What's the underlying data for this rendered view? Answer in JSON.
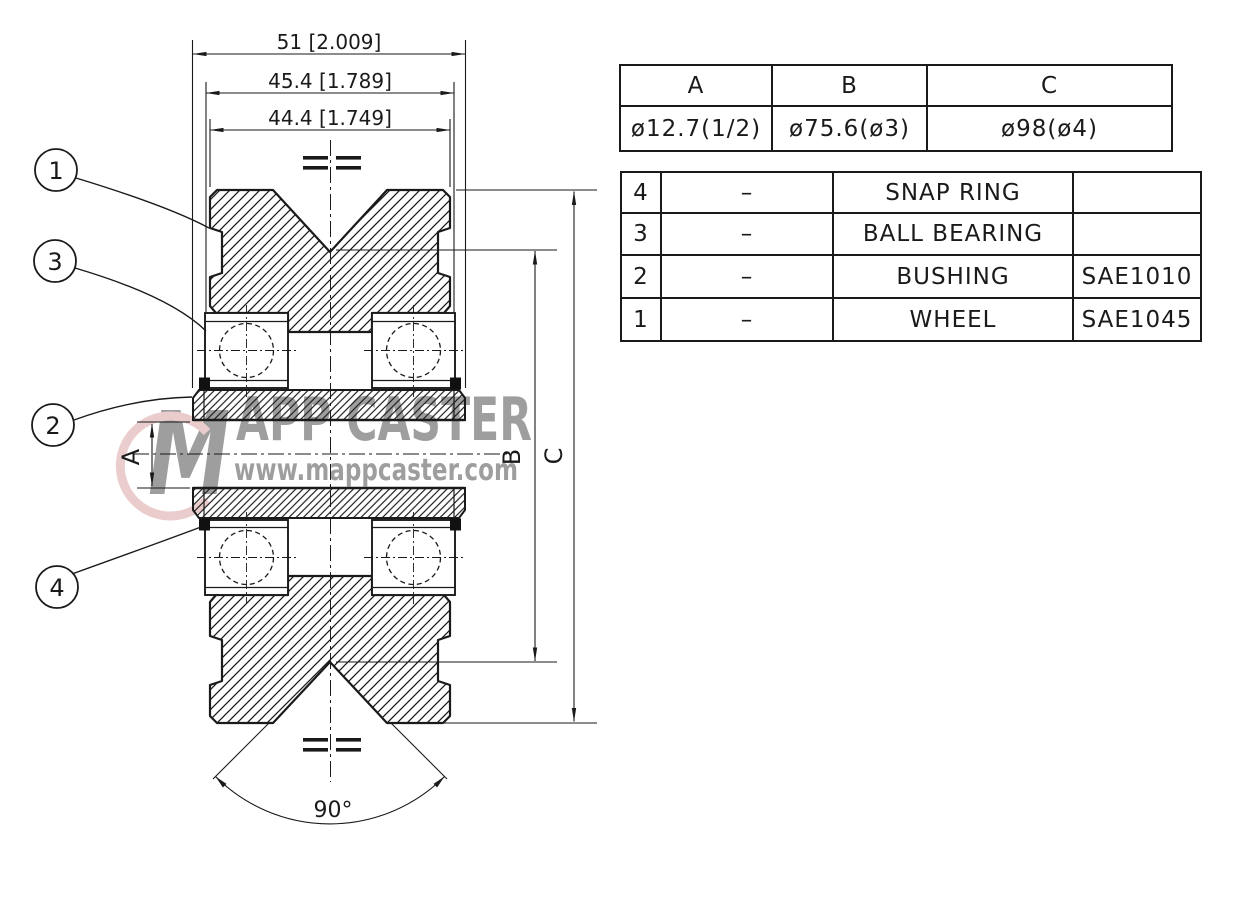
{
  "drawing": {
    "dims": {
      "overall_width": "51 [2.009]",
      "hub_width": "45.4 [1.789]",
      "wheel_width": "44.4 [1.749]",
      "bore": "A",
      "groove_dia": "B",
      "outer_dia": "C",
      "groove_angle": "90°"
    },
    "balloons": {
      "b1": "1",
      "b2": "2",
      "b3": "3",
      "b4": "4"
    },
    "watermark": {
      "monogram": "M",
      "brand": "APP CASTER",
      "url": "www.mappcaster.com"
    }
  },
  "dim_table": {
    "headers": [
      "A",
      "B",
      "C"
    ],
    "values": [
      "ø12.7(1/2)",
      "ø75.6(ø3)",
      "ø98(ø4)"
    ]
  },
  "parts_table": {
    "rows": [
      {
        "item": "4",
        "qty": "–",
        "description": "SNAP RING",
        "material": ""
      },
      {
        "item": "3",
        "qty": "–",
        "description": "BALL BEARING",
        "material": ""
      },
      {
        "item": "2",
        "qty": "–",
        "description": "BUSHING",
        "material": "SAE1010"
      },
      {
        "item": "1",
        "qty": "–",
        "description": "WHEEL",
        "material": "SAE1045"
      }
    ]
  },
  "colors": {
    "line": "#1a1a1a",
    "watermark": "#d08888"
  }
}
